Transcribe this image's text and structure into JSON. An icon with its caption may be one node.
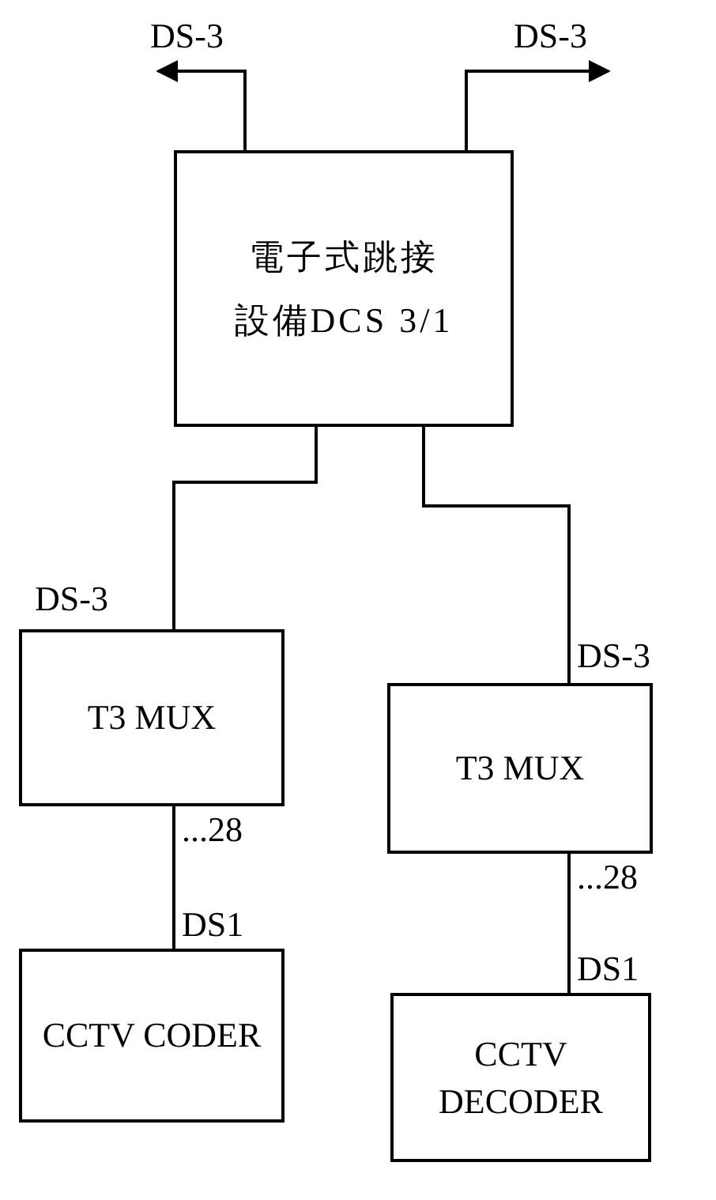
{
  "diagram": {
    "nodes": [
      {
        "text": [
          "電子式跳接",
          "設備DCS 3/1"
        ]
      },
      {
        "text": [
          "T3 MUX"
        ]
      },
      {
        "text": [
          "T3 MUX"
        ]
      },
      {
        "text": [
          "CCTV CODER"
        ],
        "beside": [
          "DS1"
        ]
      },
      {
        "text": [
          "CCTV DECODER"
        ],
        "beside": [
          "DS1"
        ]
      }
    ],
    "edges": [
      {
        "from": 0,
        "to": null,
        "arrow": "to",
        "label": "DS-3"
      },
      {
        "from": 0,
        "to": null,
        "arrow": "to",
        "label": "DS-3"
      },
      {
        "from": 0,
        "to": 1,
        "arrow": "none",
        "label": "DS-3"
      },
      {
        "from": 0,
        "to": 2,
        "arrow": "none",
        "label": "DS-3"
      },
      {
        "from": 1,
        "to": 3,
        "arrow": "none",
        "label": "...28"
      },
      {
        "from": 2,
        "to": 4,
        "arrow": "none",
        "label": "...28"
      }
    ]
  }
}
